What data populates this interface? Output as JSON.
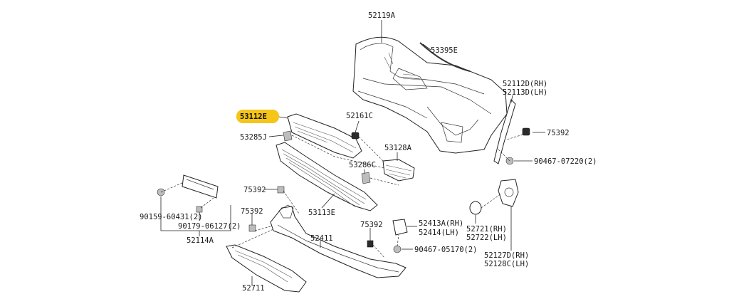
{
  "diagram": {
    "highlight_color": "#f5c518",
    "labels": {
      "p52119A": "52119A",
      "p53395E": "53395E",
      "p52112D": "52112D(RH)",
      "p52113D": "52113D(LH)",
      "p53112E": "53112E",
      "p52161C": "52161C",
      "p53285J": "53285J",
      "p75392a": "75392",
      "p53128A": "53128A",
      "p90467_07220": "90467-07220(2)",
      "p53286C": "53286C",
      "p75392b": "75392",
      "p53113E": "53113E",
      "p90159": "90159-60431(2)",
      "p90179": "90179-06127(2)",
      "p52114A": "52114A",
      "p75392c": "75392",
      "p75392d": "75392",
      "p52413A": "52413A(RH)",
      "p52414": "52414(LH)",
      "p52411": "52411",
      "p90467_05170": "90467-05170(2)",
      "p52721": "52721(RH)",
      "p52722": "52722(LH)",
      "p52127D": "52127D(RH)",
      "p52128C": "52128C(LH)",
      "p52711": "52711"
    }
  }
}
